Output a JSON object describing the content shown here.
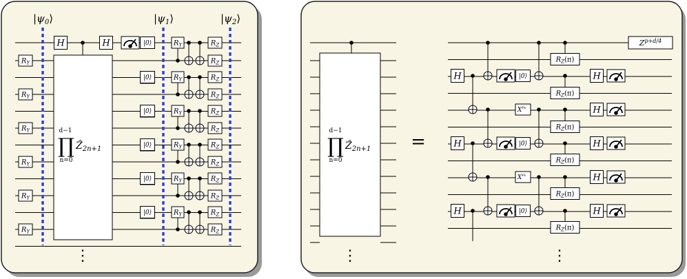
{
  "left": {
    "psi0": "|ψ",
    "psi0_sub": "0",
    "psi1": "|ψ",
    "psi1_sub": "1",
    "psi2": "|ψ",
    "psi2_sub": "2",
    "ket": "⟩",
    "h_gate": "H",
    "reset": "|0⟩",
    "ry": "R",
    "ry_sub": "Y",
    "rz": "R",
    "rz_sub": "Z",
    "prod": "∏",
    "prod_top": "d−1",
    "prod_bottom": "n=0",
    "prod_op": "Ẑ",
    "prod_sub": "2n+1",
    "dots": "⋮"
  },
  "right": {
    "equals": "=",
    "h_gate": "H",
    "reset": "|0⟩",
    "rzpi": "R",
    "rzpi_sub": "Z",
    "rzpi_arg": "(π)",
    "xps": "X",
    "xps_sup": "Ps",
    "zp": "Z",
    "zp_sup": "p+d/4",
    "prod": "∏",
    "prod_top": "d−1",
    "prod_bottom": "n=0",
    "prod_op": "Ẑ",
    "prod_sub": "2n+1",
    "dots": "⋮"
  },
  "colors": {
    "panel_fill": "#f9f5e4",
    "panel_stroke": "#222222",
    "shadow": "#9a9a9a",
    "barrier": "#2b3fd6"
  }
}
